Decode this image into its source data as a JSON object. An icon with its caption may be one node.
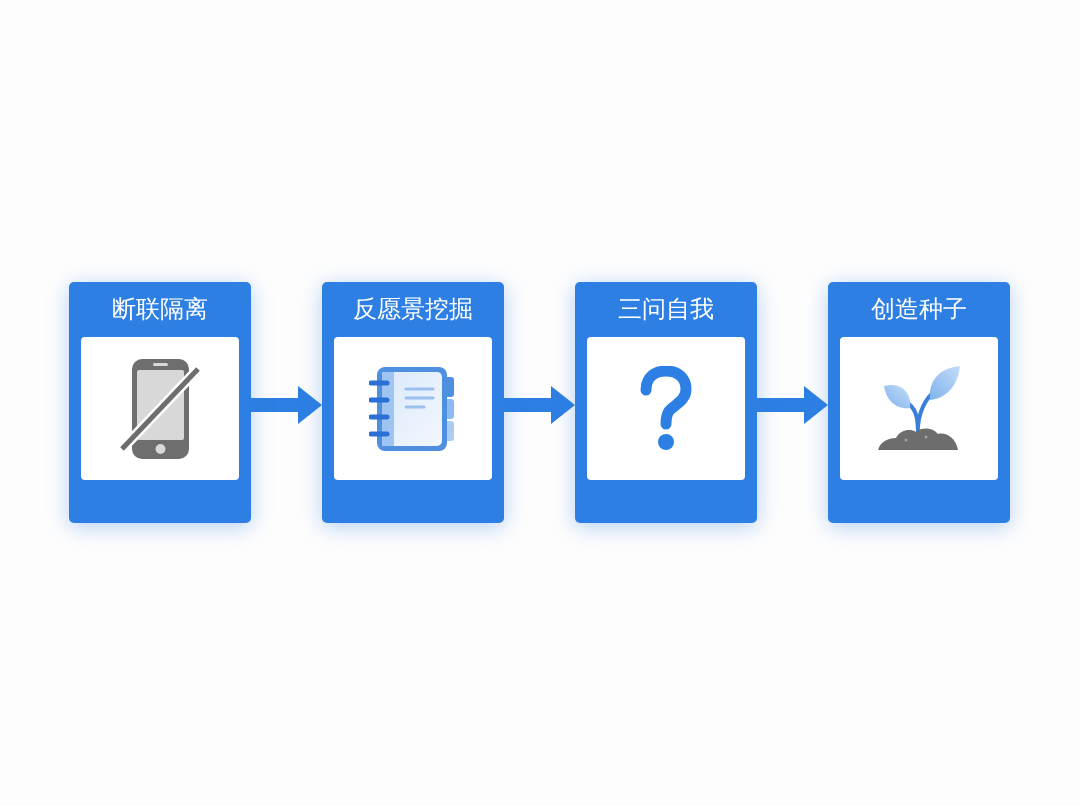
{
  "diagram": {
    "nodes": [
      {
        "text": [
          "断联隔离"
        ]
      },
      {
        "text": [
          "反愿景挖掘"
        ]
      },
      {
        "text": [
          "三问自我"
        ]
      },
      {
        "text": [
          "创造种子"
        ]
      }
    ],
    "edges": [
      {
        "from": 0,
        "to": 1,
        "arrow": "to"
      },
      {
        "from": 1,
        "to": 2,
        "arrow": "to"
      },
      {
        "from": 2,
        "to": 3,
        "arrow": "to"
      }
    ]
  }
}
